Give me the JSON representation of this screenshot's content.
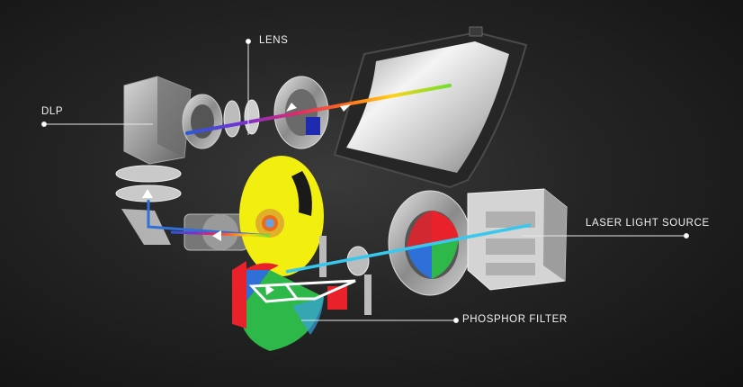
{
  "diagram": {
    "labels": {
      "lens": "LENS",
      "dlp": "DLP",
      "laser_light_source": "LASER LIGHT SOURCE",
      "phosphor_filter": "PHOSPHOR FILTER"
    },
    "colors": {
      "background": "#222222",
      "label_text": "#f2f2f2",
      "phosphor_yellow": "#f2ee10",
      "filter_red": "#e8212b",
      "filter_green": "#2fb84a",
      "filter_blue": "#2f6fd8",
      "laser_beam": "#38c8ee"
    }
  }
}
